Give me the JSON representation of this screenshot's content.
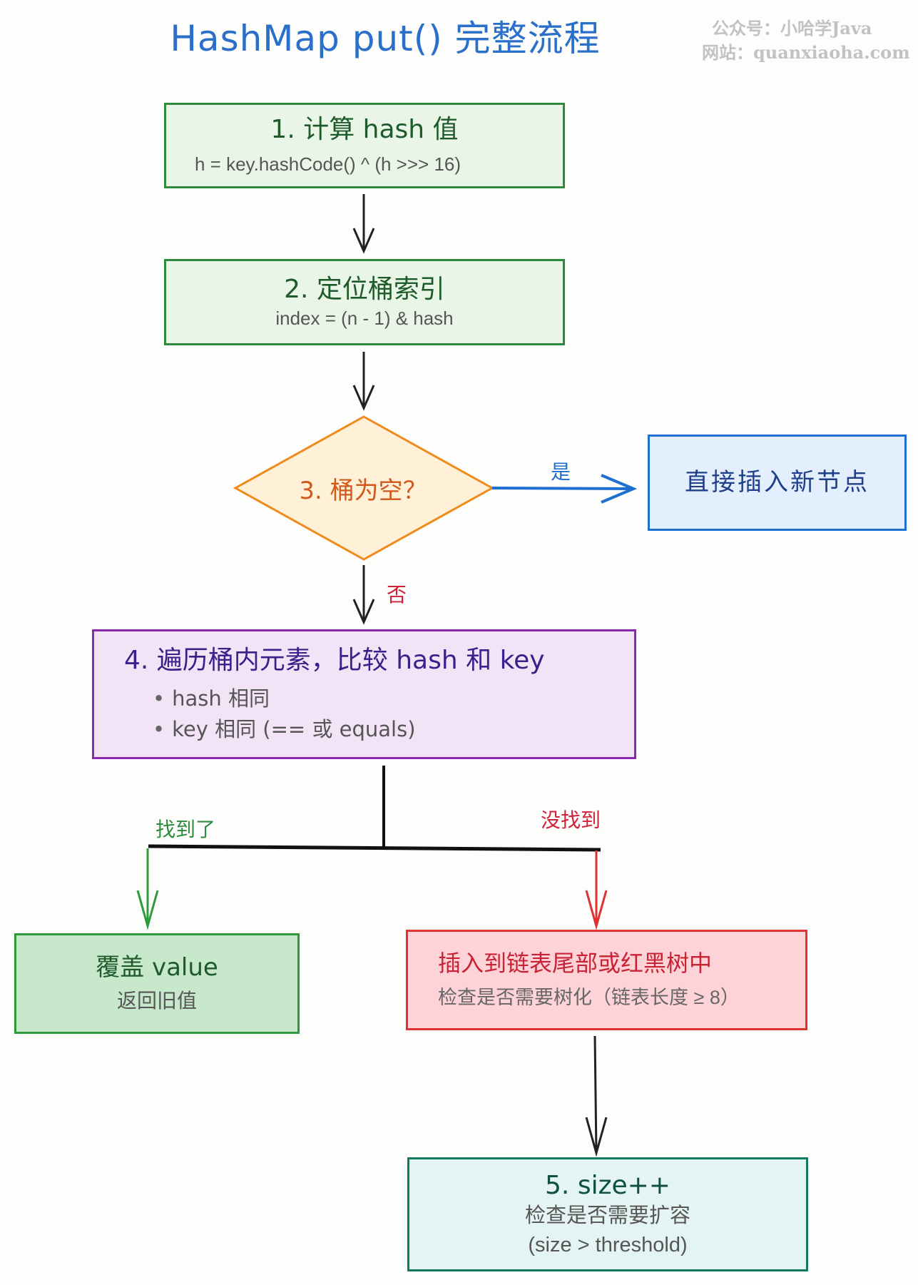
{
  "title": "HashMap put() 完整流程",
  "watermark": {
    "line1": "公众号：小哈学Java",
    "line2": "网站：quanxiaoha.com"
  },
  "nodes": {
    "step1": {
      "title": "1. 计算 hash 值",
      "formula": "h = key.hashCode() ^ (h >>> 16)"
    },
    "step2": {
      "title": "2. 定位桶索引",
      "formula": "index = (n - 1) & hash"
    },
    "step3": {
      "title": "3. 桶为空？"
    },
    "direct_insert": {
      "title": "直接插入新节点"
    },
    "step4": {
      "title": "4. 遍历桶内元素，比较 hash 和 key",
      "bullets": [
        "hash 相同",
        "key 相同 (== 或 equals)"
      ]
    },
    "overwrite": {
      "title": "覆盖 value",
      "subtitle": "返回旧值"
    },
    "insert_tail": {
      "title": "插入到链表尾部或红黑树中",
      "subtitle": "检查是否需要树化（链表长度 ≥ 8）"
    },
    "step5": {
      "title": "5. size++",
      "subtitle1": "检查是否需要扩容",
      "subtitle2": "(size > threshold)"
    }
  },
  "edges": {
    "yes": "是",
    "no": "否",
    "found": "找到了",
    "not_found": "没找到"
  },
  "colors": {
    "title": "#2a6fc9",
    "green_border": "#2e8b3e",
    "orange_border": "#f08a1c",
    "blue_border": "#1f6fd1",
    "purple_border": "#8a2ab3",
    "red_border": "#e03232",
    "teal_border": "#127a5e"
  }
}
